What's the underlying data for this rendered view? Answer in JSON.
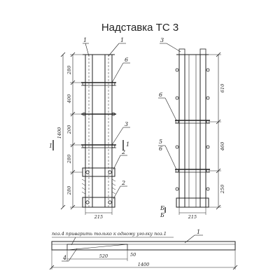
{
  "title": "Надставка ТС 3",
  "left_view": {
    "labels": {
      "p1a": "1",
      "p1b": "1",
      "p6": "6",
      "p3": "3",
      "p2a": "2",
      "p2b": "2",
      "cut1": "1",
      "cut1r": "1"
    },
    "dims": {
      "d280": "280",
      "d400": "400",
      "d200": "200",
      "d280b": "280",
      "d280c": "280",
      "d1400": "1400",
      "w215": "215"
    }
  },
  "right_view": {
    "labels": {
      "p3": "3",
      "p6": "6",
      "p5": "5",
      "p6b": "6",
      "cut_b": "Б",
      "cut_b2": "Б"
    },
    "dims": {
      "d610": "610",
      "d460": "460",
      "d250": "250",
      "w215": "215"
    }
  },
  "bottom_view": {
    "note": "поз.4 приварить только к одному уголку поз.1",
    "labels": {
      "p4": "4",
      "p1": "1"
    },
    "dims": {
      "d520": "520",
      "d50": "50",
      "d1400": "1400"
    }
  }
}
